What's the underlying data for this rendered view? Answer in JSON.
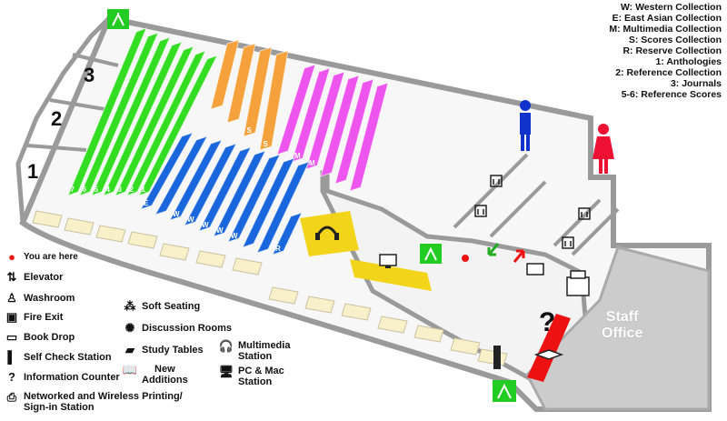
{
  "collections": [
    "W: Western Collection",
    "E: East Asian Collection",
    "M: Multimedia Collection",
    "S: Scores Collection",
    "R: Reserve Collection",
    "1: Anthologies",
    "2: Reference Collection",
    "3: Journals",
    "5-6: Reference Scores"
  ],
  "legend_left": {
    "you_are_here": "You are here",
    "elevator": "Elevator",
    "washroom": "Washroom",
    "fire_exit": "Fire Exit",
    "book_drop": "Book Drop",
    "self_check": "Self Check Station",
    "information": "Information Counter",
    "printing_line1": "Networked and Wireless Printing/",
    "printing_line2": "Sign-in Station"
  },
  "legend_mid": {
    "soft_seating": "Soft Seating",
    "discussion_rooms": "Discussion Rooms",
    "study_tables": "Study Tables",
    "new_additions_line1": "New",
    "new_additions_line2": "Additions",
    "multimedia_line1": "Multimedia",
    "multimedia_line2": "Station",
    "pc_mac_line1": "PC & Mac",
    "pc_mac_line2": "Station"
  },
  "map_labels": {
    "room_1": "1",
    "room_2": "2",
    "room_3": "3",
    "staff_line1": "Staff",
    "staff_line2": "Office",
    "info_mark": "?",
    "shelf_green": [
      "7",
      "6",
      "5",
      "4",
      "3",
      "2",
      "1"
    ],
    "shelf_blue_e": "E",
    "shelf_blue_w": [
      "W",
      "W",
      "W",
      "W",
      "W"
    ],
    "shelf_r": "R",
    "shelf_orange": [
      "S",
      "S"
    ],
    "shelf_pink": [
      "M",
      "M"
    ]
  },
  "colors": {
    "green_shelves": "#33dd22",
    "orange_shelves": "#f5a23c",
    "pink_shelves": "#ee55ee",
    "blue_shelves": "#1a66dd",
    "walls": "#999999",
    "floor": "#f5f5f5",
    "fire_exit": "#22cc22",
    "staff_office": "#cccccc",
    "info_counter": "#ee1111",
    "you_are_here": "#ee1111",
    "men": "#1133cc",
    "women": "#ee1133"
  }
}
